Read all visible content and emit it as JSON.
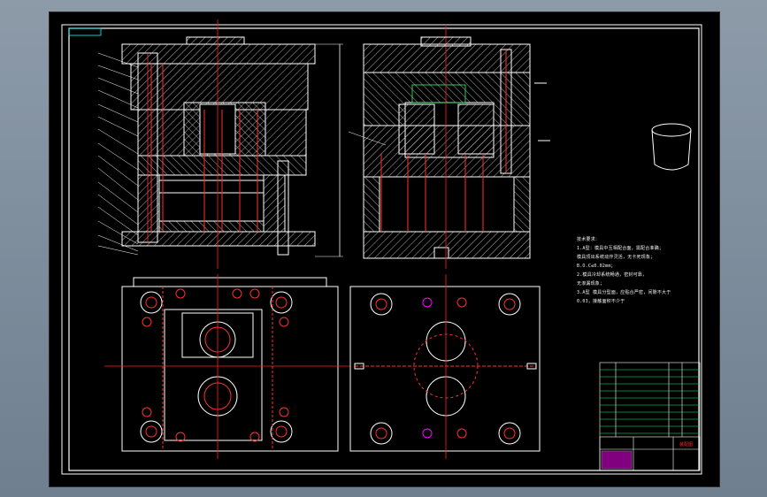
{
  "drawing": {
    "colors": {
      "background": "#000000",
      "frame": "#ffffff",
      "centerline": "#ff2020",
      "hidden": "#ff3030",
      "leader_text": "#ffffff",
      "highlight": "#ff00ff",
      "title_block_text": "#00ff66"
    },
    "views": [
      "front-section-left",
      "front-section-right",
      "plan-fixed-half",
      "plan-moving-half",
      "product-isometric"
    ],
    "notes_lines": [
      "技术要求：",
      "1.A型：模具中互相配合面，需配合准确；",
      "模具顶出系统动作灵活，无卡死现象；",
      "B.O.C≤0.02mm；",
      "2.模具冷却系统畅通，密封可靠，",
      "无渗漏现象；",
      "3.A型 模具分型面，应贴合严密，间隙不大于",
      "0.03，接触面积不少于"
    ],
    "title_block_mark": "装配图"
  }
}
